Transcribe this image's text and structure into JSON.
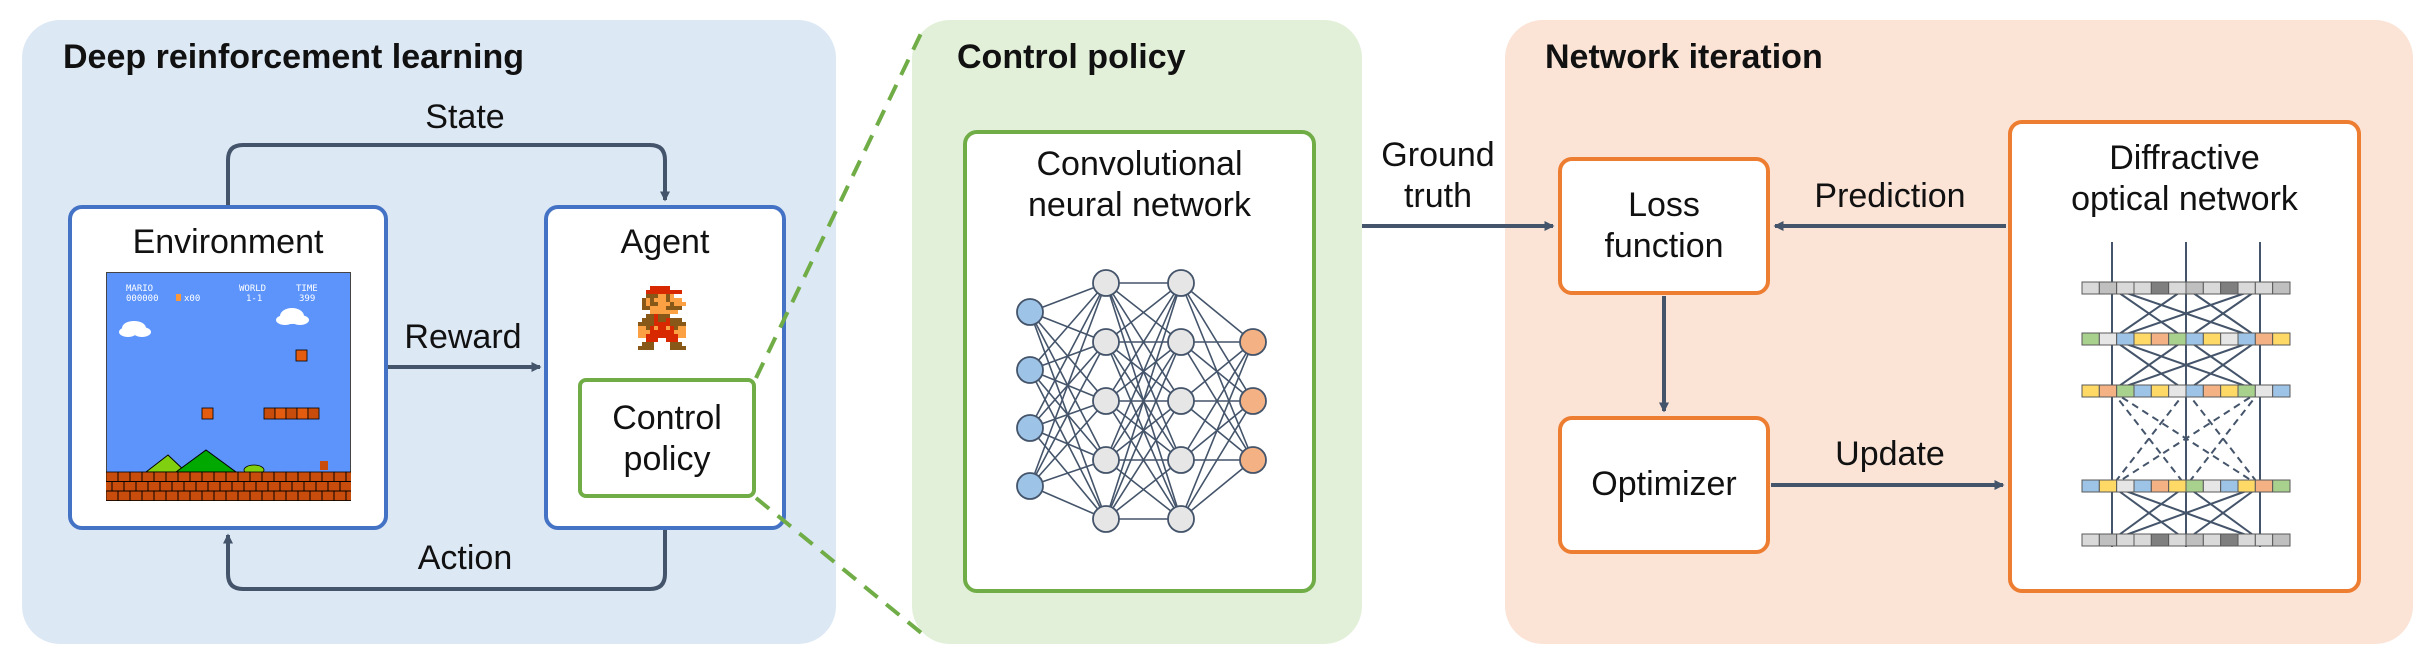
{
  "panels": {
    "drl": {
      "title": "Deep reinforcement learning",
      "color": "#dde8f5"
    },
    "control": {
      "title": "Control policy",
      "color": "#e2f0d9"
    },
    "network": {
      "title": "Network iteration",
      "color": "#fbe3d6"
    }
  },
  "drl": {
    "environment": "Environment",
    "agent": "Agent",
    "control_policy": "Control\npolicy",
    "state": "State",
    "reward": "Reward",
    "action": "Action",
    "game": {
      "hud_mario": "MARIO",
      "hud_score": "000000",
      "hud_coins": "x00",
      "hud_world": "WORLD",
      "hud_world_num": "1-1",
      "hud_time": "TIME",
      "hud_time_num": "399"
    }
  },
  "control": {
    "cnn_label": "Convolutional\nneural network"
  },
  "network": {
    "ground_truth": "Ground\ntruth",
    "loss_function": "Loss\nfunction",
    "prediction": "Prediction",
    "optimizer": "Optimizer",
    "update": "Update",
    "diffractive": "Diffractive\noptical network"
  },
  "colors": {
    "blue_border": "#4472c4",
    "green_border": "#70ad47",
    "orange_border": "#ed7d31",
    "arrow": "#44546a",
    "node_input": "#9dc3e6",
    "node_hidden": "#e7e6e6",
    "node_output": "#f4b183"
  }
}
